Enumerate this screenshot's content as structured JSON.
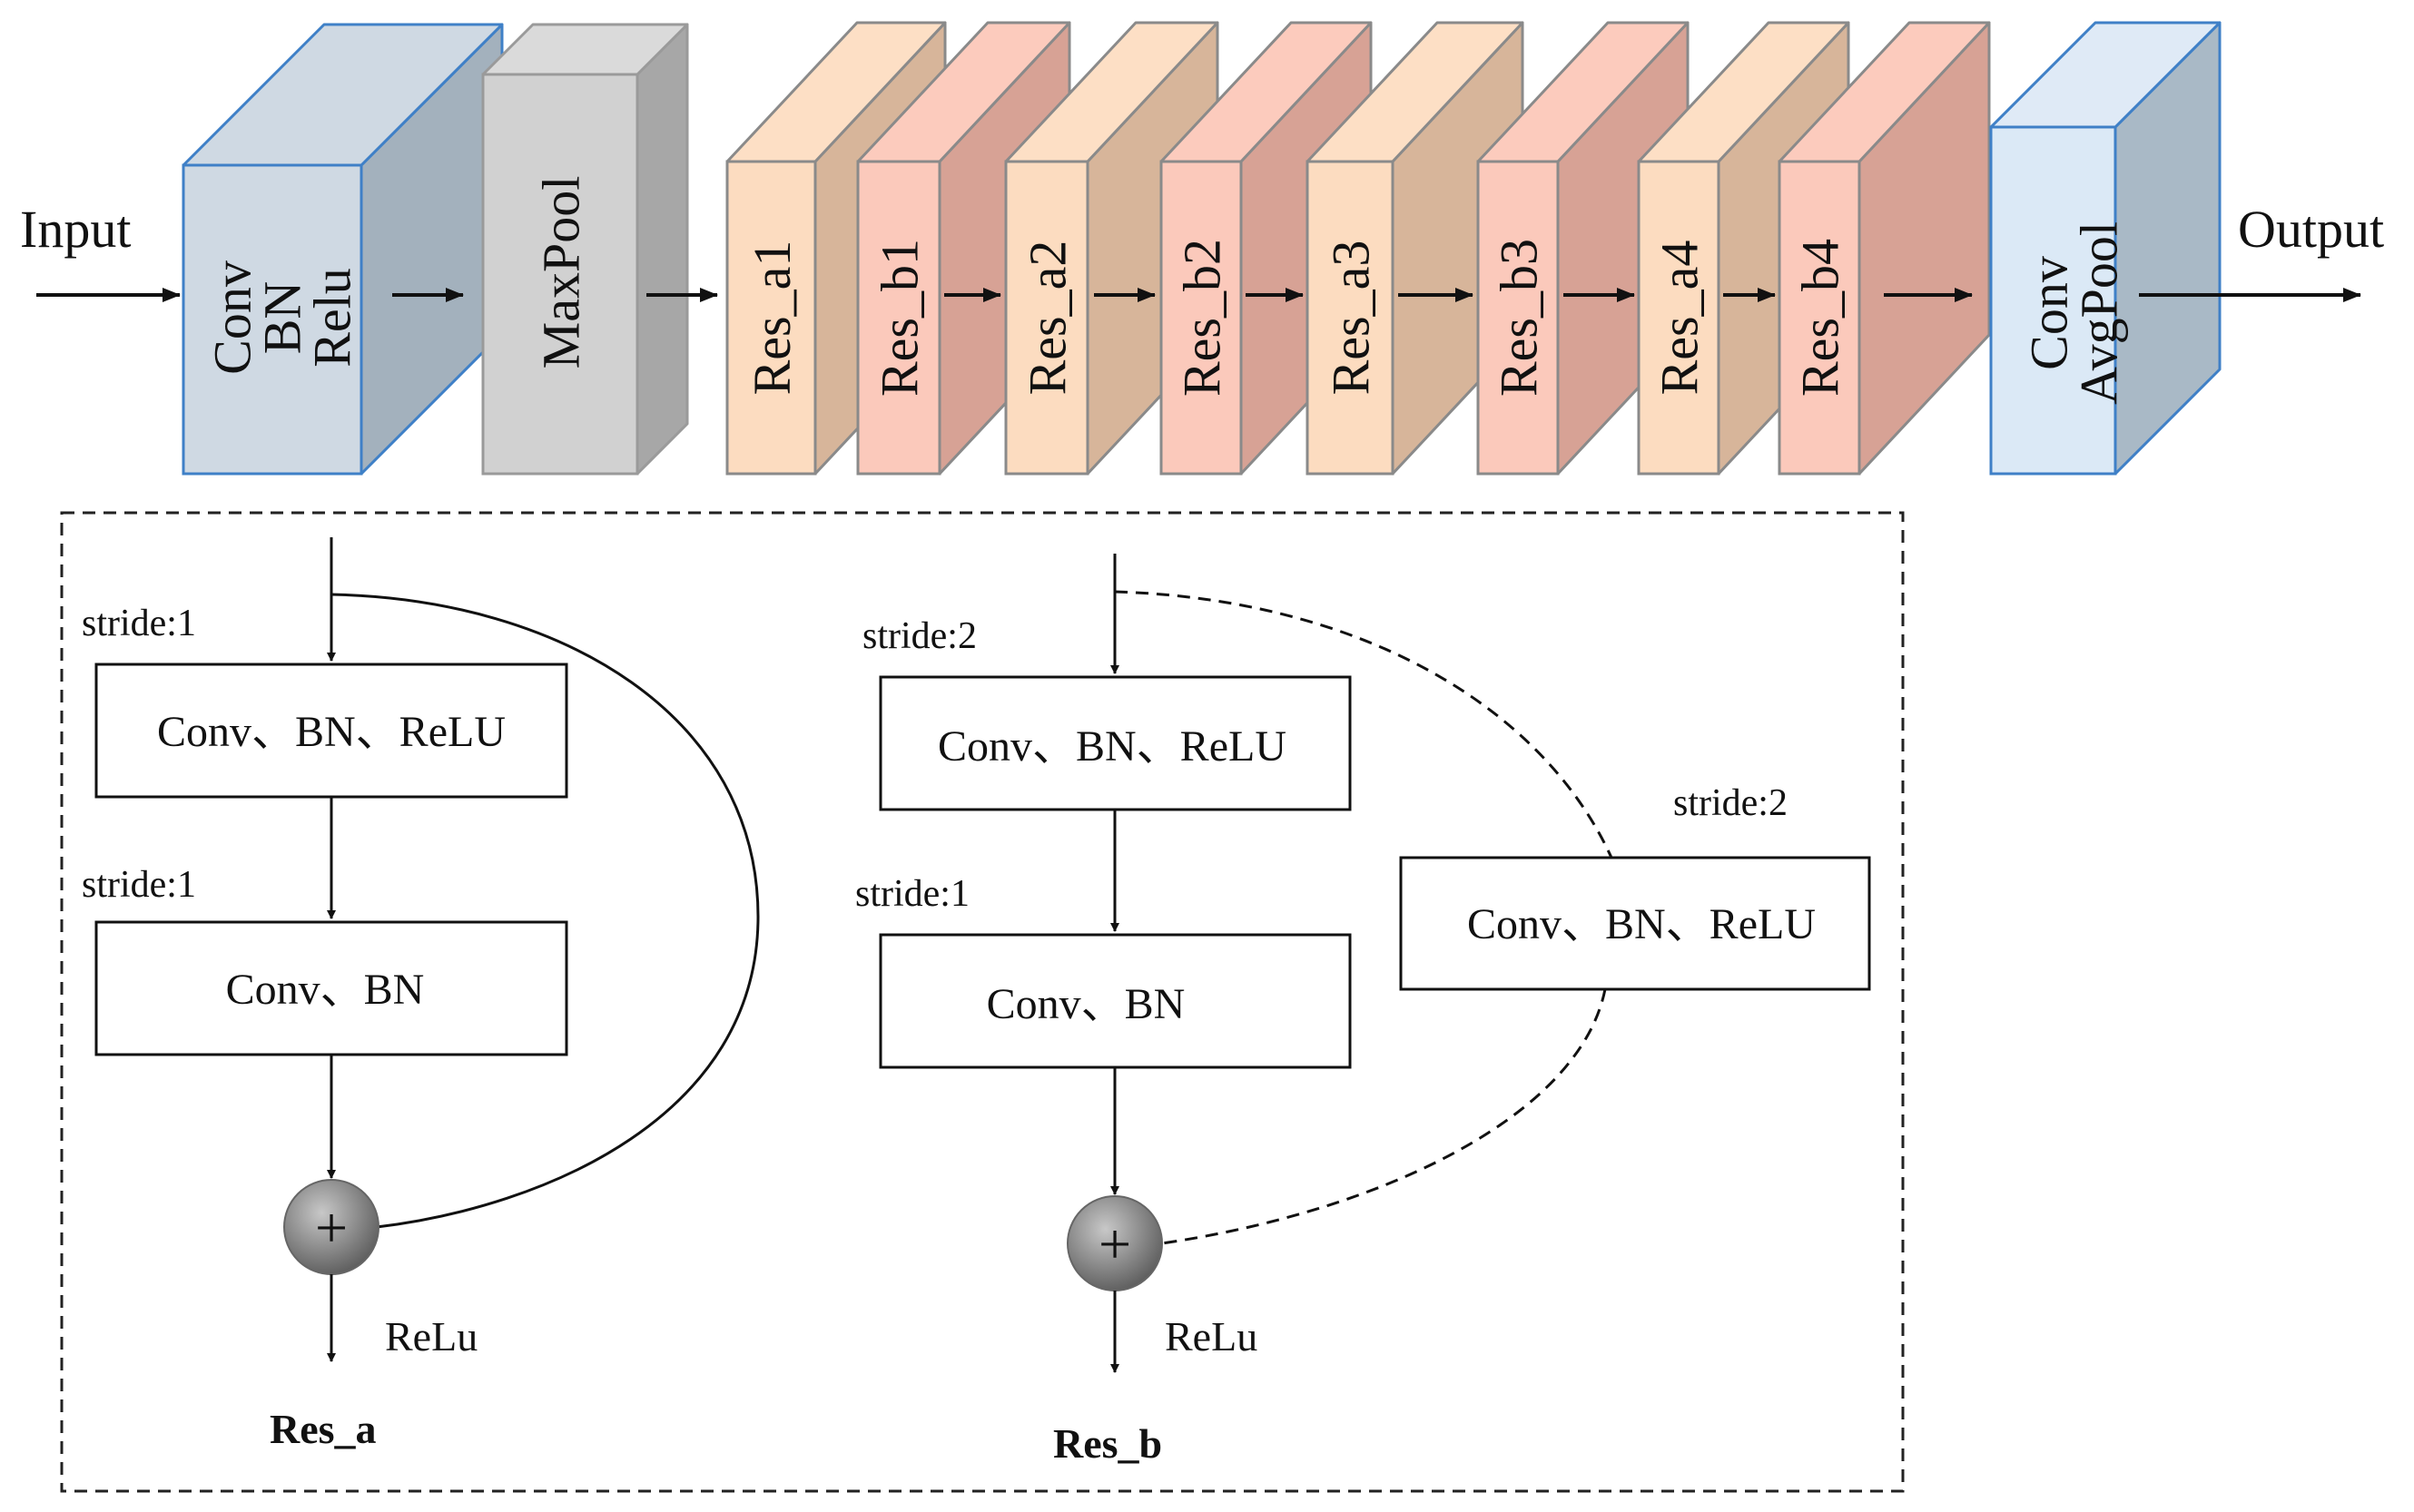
{
  "top": {
    "input_label": "Input",
    "output_label": "Output",
    "blocks": [
      {
        "lines": [
          "Conv",
          "BN",
          "Relu"
        ],
        "front": "#cfd9e3",
        "top": "#cfd9e3",
        "side": "#a3b1bd",
        "stroke": "#3f80c7"
      },
      {
        "lines": [
          "MaxPool"
        ],
        "front": "#d1d1d1",
        "top": "#dadada",
        "side": "#a7a7a7",
        "stroke": "#9a9a9a"
      },
      {
        "lines": [
          "Res_a1"
        ],
        "front": "#fcdcc0",
        "top": "#fddfc5",
        "side": "#d7b59a",
        "stroke": "#8a8a8a"
      },
      {
        "lines": [
          "Res_b1"
        ],
        "front": "#fbc9bb",
        "top": "#fccbbd",
        "side": "#d7a295",
        "stroke": "#8a8a8a"
      },
      {
        "lines": [
          "Res_a2"
        ],
        "front": "#fcdcc0",
        "top": "#fddfc5",
        "side": "#d7b59a",
        "stroke": "#8a8a8a"
      },
      {
        "lines": [
          "Res_b2"
        ],
        "front": "#fbc9bb",
        "top": "#fccbbd",
        "side": "#d7a295",
        "stroke": "#8a8a8a"
      },
      {
        "lines": [
          "Res_a3"
        ],
        "front": "#fcdcc0",
        "top": "#fddfc5",
        "side": "#d7b59a",
        "stroke": "#8a8a8a"
      },
      {
        "lines": [
          "Res_b3"
        ],
        "front": "#fbc9bb",
        "top": "#fccbbd",
        "side": "#d7a295",
        "stroke": "#8a8a8a"
      },
      {
        "lines": [
          "Res_a4"
        ],
        "front": "#fcdcc0",
        "top": "#fddfc5",
        "side": "#d7b59a",
        "stroke": "#8a8a8a"
      },
      {
        "lines": [
          "Res_b4"
        ],
        "front": "#fbc9bb",
        "top": "#fccbbd",
        "side": "#d7a295",
        "stroke": "#8a8a8a"
      },
      {
        "lines": [
          "Conv",
          "AvgPool"
        ],
        "front": "#dbe9f6",
        "top": "#dfeaf6",
        "side": "#a9b9c6",
        "stroke": "#3f80c7"
      }
    ]
  },
  "res_a": {
    "title": "Res_a",
    "stride_1": "stride:1",
    "stride_2": "stride:1",
    "box_1": "Conv、BN、ReLU",
    "box_2": "Conv、BN",
    "add_symbol": "+",
    "relu": "ReLu"
  },
  "res_b": {
    "title": "Res_b",
    "stride_1": "stride:2",
    "stride_2": "stride:1",
    "stride_shortcut": "stride:2",
    "box_1": "Conv、BN、ReLU",
    "box_2": "Conv、BN",
    "box_shortcut": "Conv、BN、ReLU",
    "add_symbol": "+",
    "relu": "ReLu"
  },
  "colors": {
    "line": "#111111",
    "add_node_dark": "#5c5c5c",
    "add_node_light": "#b4b4b4",
    "dashed_frame": "#222222"
  }
}
